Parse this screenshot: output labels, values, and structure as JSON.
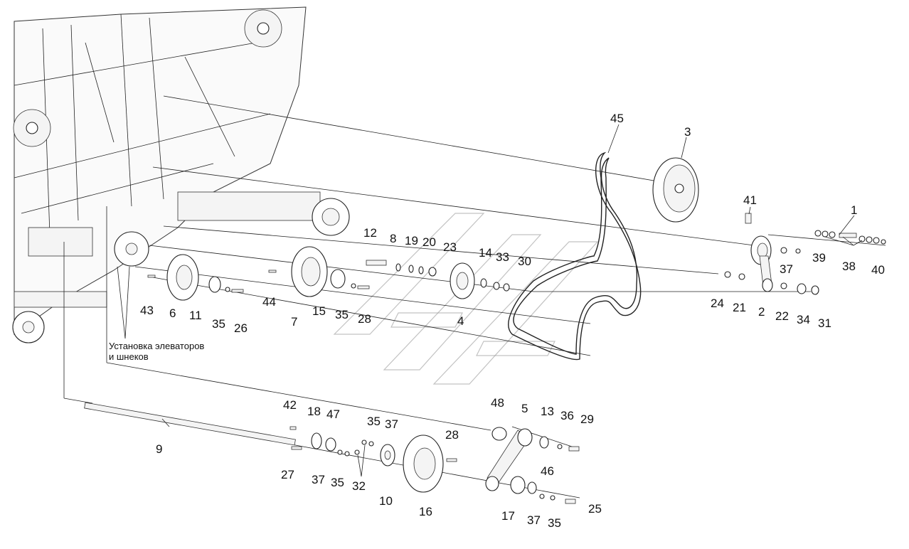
{
  "callouts": [
    "1",
    "2",
    "3",
    "4",
    "5",
    "6",
    "7",
    "8",
    "9",
    "10",
    "11",
    "12",
    "13",
    "14",
    "15",
    "16",
    "17",
    "18",
    "19",
    "20",
    "21",
    "22",
    "23",
    "24",
    "25",
    "26",
    "27",
    "28",
    "28",
    "29",
    "30",
    "31",
    "32",
    "33",
    "34",
    "35",
    "35",
    "35",
    "35",
    "35",
    "36",
    "37",
    "37",
    "37",
    "37",
    "38",
    "39",
    "40",
    "41",
    "42",
    "43",
    "44",
    "45",
    "46",
    "47",
    "48"
  ],
  "note": {
    "line1": "Установка элеваторов",
    "line2": "и шнеков"
  }
}
